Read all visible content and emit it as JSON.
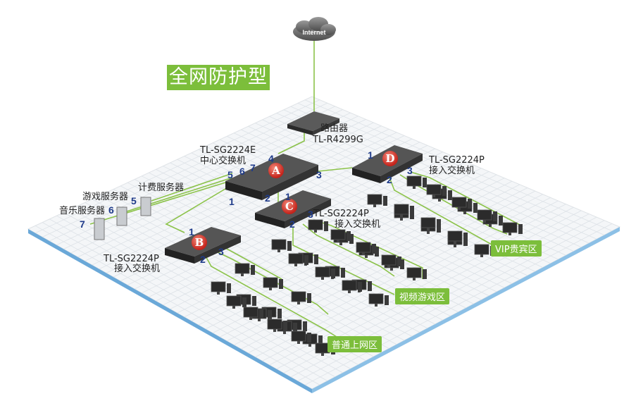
{
  "title": "全网防护型",
  "internet": "Internet",
  "router": {
    "name": "路由器",
    "model": "TL-R4299G"
  },
  "switch_a": {
    "model": "TL-SG2224E",
    "role": "中心交换机",
    "badge": "A"
  },
  "switch_b": {
    "model": "TL-SG2224P",
    "role": "接入交换机",
    "badge": "B"
  },
  "switch_c": {
    "model": "TL-SG2224P",
    "role": "接入交换机",
    "badge": "C"
  },
  "switch_d": {
    "model": "TL-SG2224P",
    "role": "接入交换机",
    "badge": "D"
  },
  "servers": {
    "game": "游戏服务器",
    "billing": "计费服务器",
    "music": "音乐服务器"
  },
  "zones": {
    "normal": "普通上网区",
    "video": "视频游戏区",
    "vip": "VIP贵宾区"
  },
  "ports": {
    "a4": "4",
    "a5": "5",
    "a6": "6",
    "a7": "7",
    "a3": "3",
    "a2": "2",
    "a1": "1",
    "b1": "1",
    "b2": "2",
    "b3": "3",
    "c1": "1",
    "c2": "2",
    "c3": "3",
    "d1": "1",
    "d2": "2",
    "d3": "3",
    "s5": "5",
    "s6": "6",
    "s7": "7"
  },
  "colors": {
    "accent_green": "#7cbe3b",
    "badge_red": "#c4221a",
    "port_blue": "#1f3b8a",
    "floor_edge": "#6aa8d8"
  }
}
